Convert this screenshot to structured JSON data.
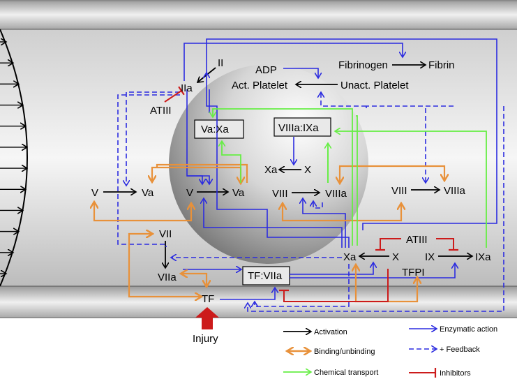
{
  "labels": {
    "ii": "II",
    "iia": "IIa",
    "atiii_top": "ATIII",
    "adp": "ADP",
    "act_platelet": "Act. Platelet",
    "unact_platelet": "Unact. Platelet",
    "fibrinogen": "Fibrinogen",
    "fibrin": "Fibrin",
    "vaxa": "Va:Xa",
    "viiiaixa": "VIIIa:IXa",
    "xa_in": "Xa",
    "x_in": "X",
    "v_out": "V",
    "va_out": "Va",
    "v_in": "V",
    "va_in": "Va",
    "viii_in": "VIII",
    "viiia_in": "VIIIa",
    "viii_out": "VIII",
    "viiia_out": "VIIIa",
    "vii": "VII",
    "viia": "VIIa",
    "tfviia": "TF:VIIa",
    "tf": "TF",
    "xa_out": "Xa",
    "x_out": "X",
    "atiii_right": "ATIII",
    "ix": "IX",
    "ixa": "IXa",
    "tfpi": "TFPI",
    "injury": "Injury"
  },
  "legend": {
    "activation": "Activation",
    "enzymatic": "Enzymatic action",
    "binding": "Binding/unbinding",
    "feedback": "+ Feedback",
    "transport": "Chemical transport",
    "inhibitors": "Inhibitors"
  },
  "colors": {
    "activation": "#000000",
    "enzymatic": "#2b2be0",
    "binding": "#e8913a",
    "feedback": "#2b2be0",
    "transport": "#66ee44",
    "inhibitors": "#cc1b1b",
    "injury": "#cc1b1b"
  }
}
